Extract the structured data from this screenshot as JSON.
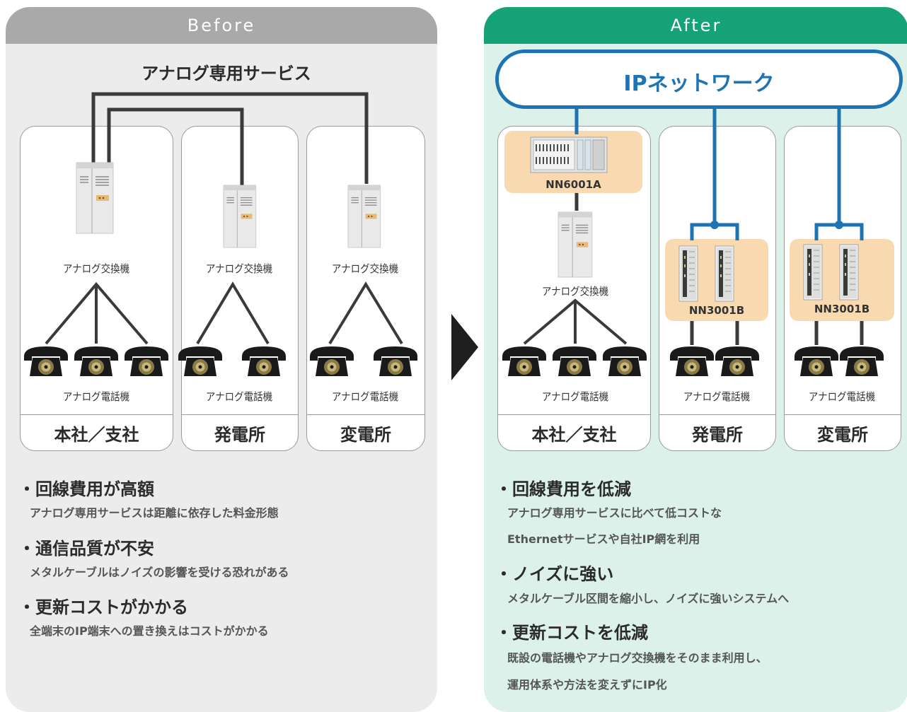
{
  "before": {
    "header": "Before",
    "service_title": "アナログ専用サービス",
    "columns": [
      {
        "label": "本社／支社",
        "exchange": "アナログ交換機",
        "phones": "アナログ電話機"
      },
      {
        "label": "発電所",
        "exchange": "アナログ交換機",
        "phones": "アナログ電話機"
      },
      {
        "label": "変電所",
        "exchange": "アナログ交換機",
        "phones": "アナログ電話機"
      }
    ],
    "bullets": [
      {
        "heading": "・回線費用が高額",
        "lines": [
          "アナログ専用サービスは距離に依存した料金形態"
        ]
      },
      {
        "heading": "・通信品質が不安",
        "lines": [
          "メタルケーブルはノイズの影響を受ける恐れがある"
        ]
      },
      {
        "heading": "・更新コストがかかる",
        "lines": [
          "全端末のIP端末への置き換えはコストがかかる"
        ]
      }
    ]
  },
  "after": {
    "header": "After",
    "network_title": "IPネットワーク",
    "columns": [
      {
        "label": "本社／支社",
        "device": "NN6001A",
        "exchange": "アナログ交換機",
        "phones": "アナログ電話機"
      },
      {
        "label": "発電所",
        "device": "NN3001B",
        "phones": "アナログ電話機"
      },
      {
        "label": "変電所",
        "device": "NN3001B",
        "phones": "アナログ電話機"
      }
    ],
    "bullets": [
      {
        "heading": "・回線費用を低減",
        "lines": [
          "アナログ専用サービスに比べて低コストな",
          "Ethernetサービスや自社IP網を利用"
        ]
      },
      {
        "heading": "・ノイズに強い",
        "lines": [
          "メタルケーブル区間を縮小し、ノイズに強いシステムへ"
        ]
      },
      {
        "heading": "・更新コストを低減",
        "lines": [
          "既設の電話機やアナログ交換機をそのまま利用し、",
          "運用体系や方法を変えずにIP化"
        ]
      }
    ]
  },
  "colors": {
    "before_panel": "#ececed",
    "before_header": "#a9a9a9",
    "after_panel": "#dcf1ea",
    "after_header": "#16a277",
    "network_blue": "#1e73b4",
    "device_bg": "#f9d9b0",
    "arrow": "#1f1f1f"
  }
}
